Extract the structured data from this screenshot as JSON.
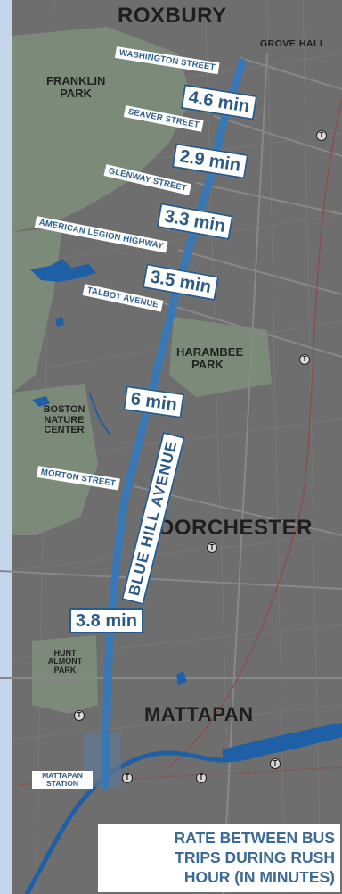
{
  "neighborhoods": {
    "roxbury": "ROXBURY",
    "dorchester": "DORCHESTER",
    "mattapan": "MATTAPAN",
    "grove_hall": "GROVE HALL"
  },
  "parks": {
    "franklin_park": "FRANKLIN PARK",
    "harambee_park": "HARAMBEE PARK",
    "boston_nature_center": "BOSTON NATURE CENTER",
    "hunt_almont_park": "HUNT ALMONT PARK"
  },
  "route_label": "BLUE HILL AVENUE",
  "stops": [
    {
      "street": "WASHINGTON STREET",
      "time": "4.6 min"
    },
    {
      "street": "SEAVER STREET",
      "time": "2.9 min"
    },
    {
      "street": "GLENWAY STREET",
      "time": "3.3 min"
    },
    {
      "street": "AMERICAN LEGION HIGHWAY",
      "time": "3.5 min"
    },
    {
      "street": "TALBOT AVENUE",
      "time": "6 min"
    },
    {
      "street": "MORTON STREET",
      "time": "3.8 min"
    }
  ],
  "station": "MATTAPAN STATION",
  "transit_symbol": "T",
  "legend": {
    "line1": "RATE BETWEEN BUS",
    "line2": "TRIPS DURING RUSH",
    "line3": "HOUR (IN MINUTES)"
  },
  "colors": {
    "route": "#3a78b5",
    "label_text": "#2a5a86",
    "park": "#7a8a78",
    "water": "#1f5fa6",
    "background": "#6f6f6f"
  }
}
